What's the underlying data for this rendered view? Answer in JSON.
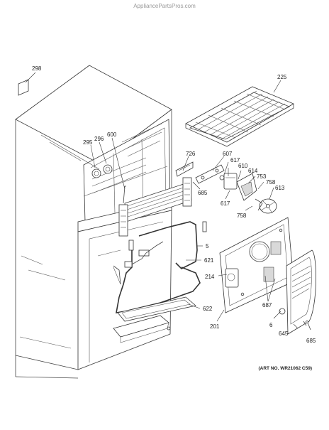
{
  "watermark": "AppliancePartsPros.com",
  "art_number": "(ART NO. WR21062 C59)",
  "callouts": {
    "c298": "298",
    "c225": "225",
    "c600": "600",
    "c296": "296",
    "c295": "295",
    "c726": "726",
    "c607": "607",
    "c617a": "617",
    "c610": "610",
    "c614": "614",
    "c753": "753",
    "c758a": "758",
    "c613": "613",
    "c685a": "685",
    "c617b": "617",
    "c758b": "758",
    "c5": "5",
    "c621": "621",
    "c214": "214",
    "c622": "622",
    "c687": "687",
    "c201": "201",
    "c6": "6",
    "c645": "645",
    "c685b": "685"
  }
}
